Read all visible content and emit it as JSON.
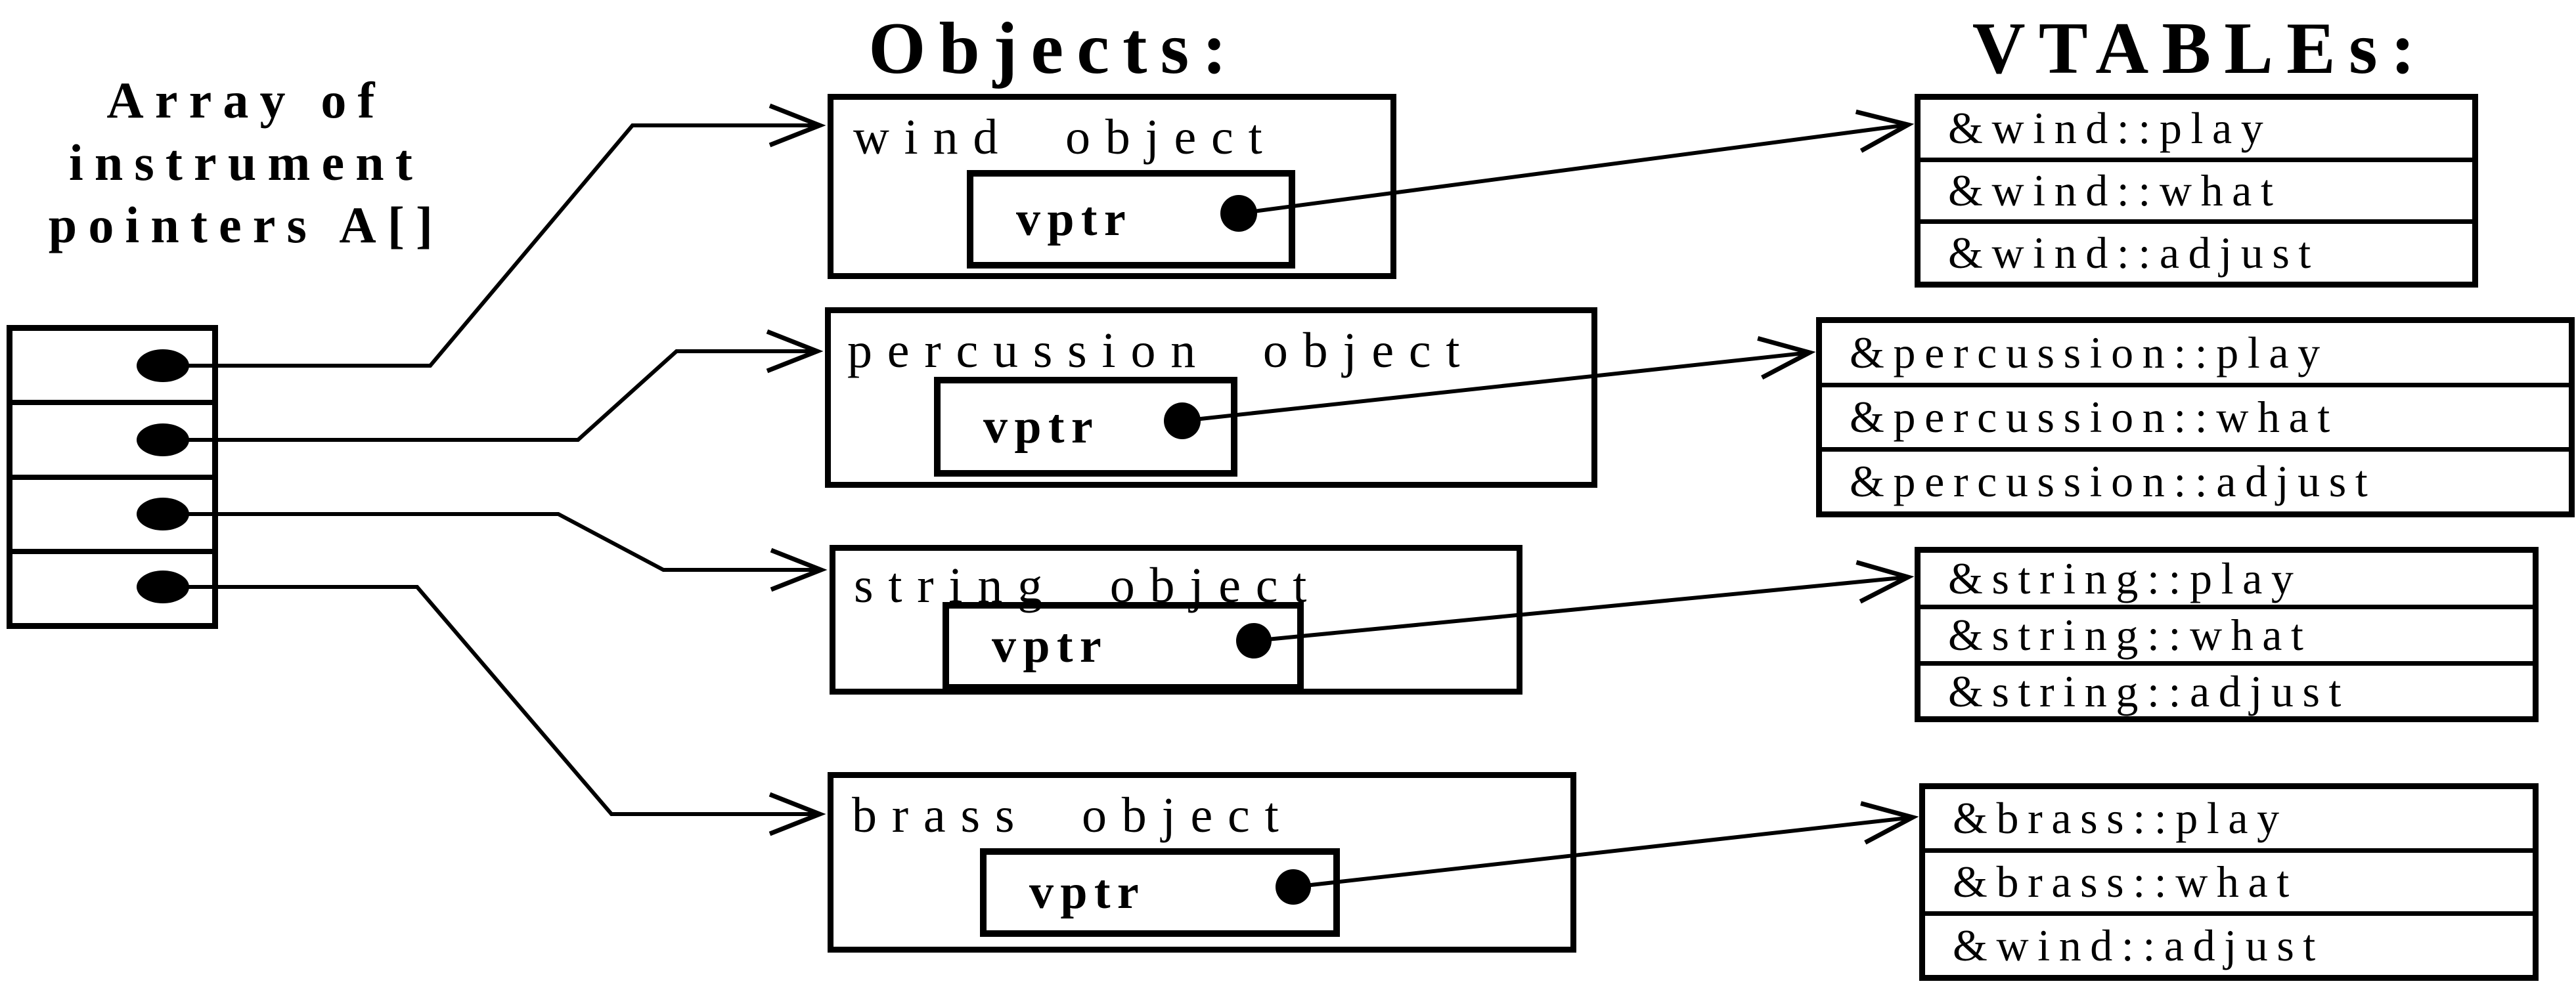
{
  "headers": {
    "objects": "Objects:",
    "vtables": "VTABLEs:"
  },
  "array_label": {
    "lines": [
      "Array of",
      "instrument",
      "pointers A[]"
    ]
  },
  "array": {
    "cell_count": 4
  },
  "objects": [
    {
      "label": "wind object",
      "vptr_label": "vptr",
      "vtable_rows": [
        "&wind::play",
        "&wind::what",
        "&wind::adjust"
      ]
    },
    {
      "label": "percussion object",
      "vptr_label": "vptr",
      "vtable_rows": [
        "&percussion::play",
        "&percussion::what",
        "&percussion::adjust"
      ]
    },
    {
      "label": "string object",
      "vptr_label": "vptr",
      "vtable_rows": [
        "&string::play",
        "&string::what",
        "&string::adjust"
      ]
    },
    {
      "label": "brass object",
      "vptr_label": "vptr",
      "vtable_rows": [
        "&brass::play",
        "&brass::what",
        "&wind::adjust"
      ]
    }
  ],
  "colors": {
    "ink": "#000000",
    "background": "#ffffff"
  }
}
